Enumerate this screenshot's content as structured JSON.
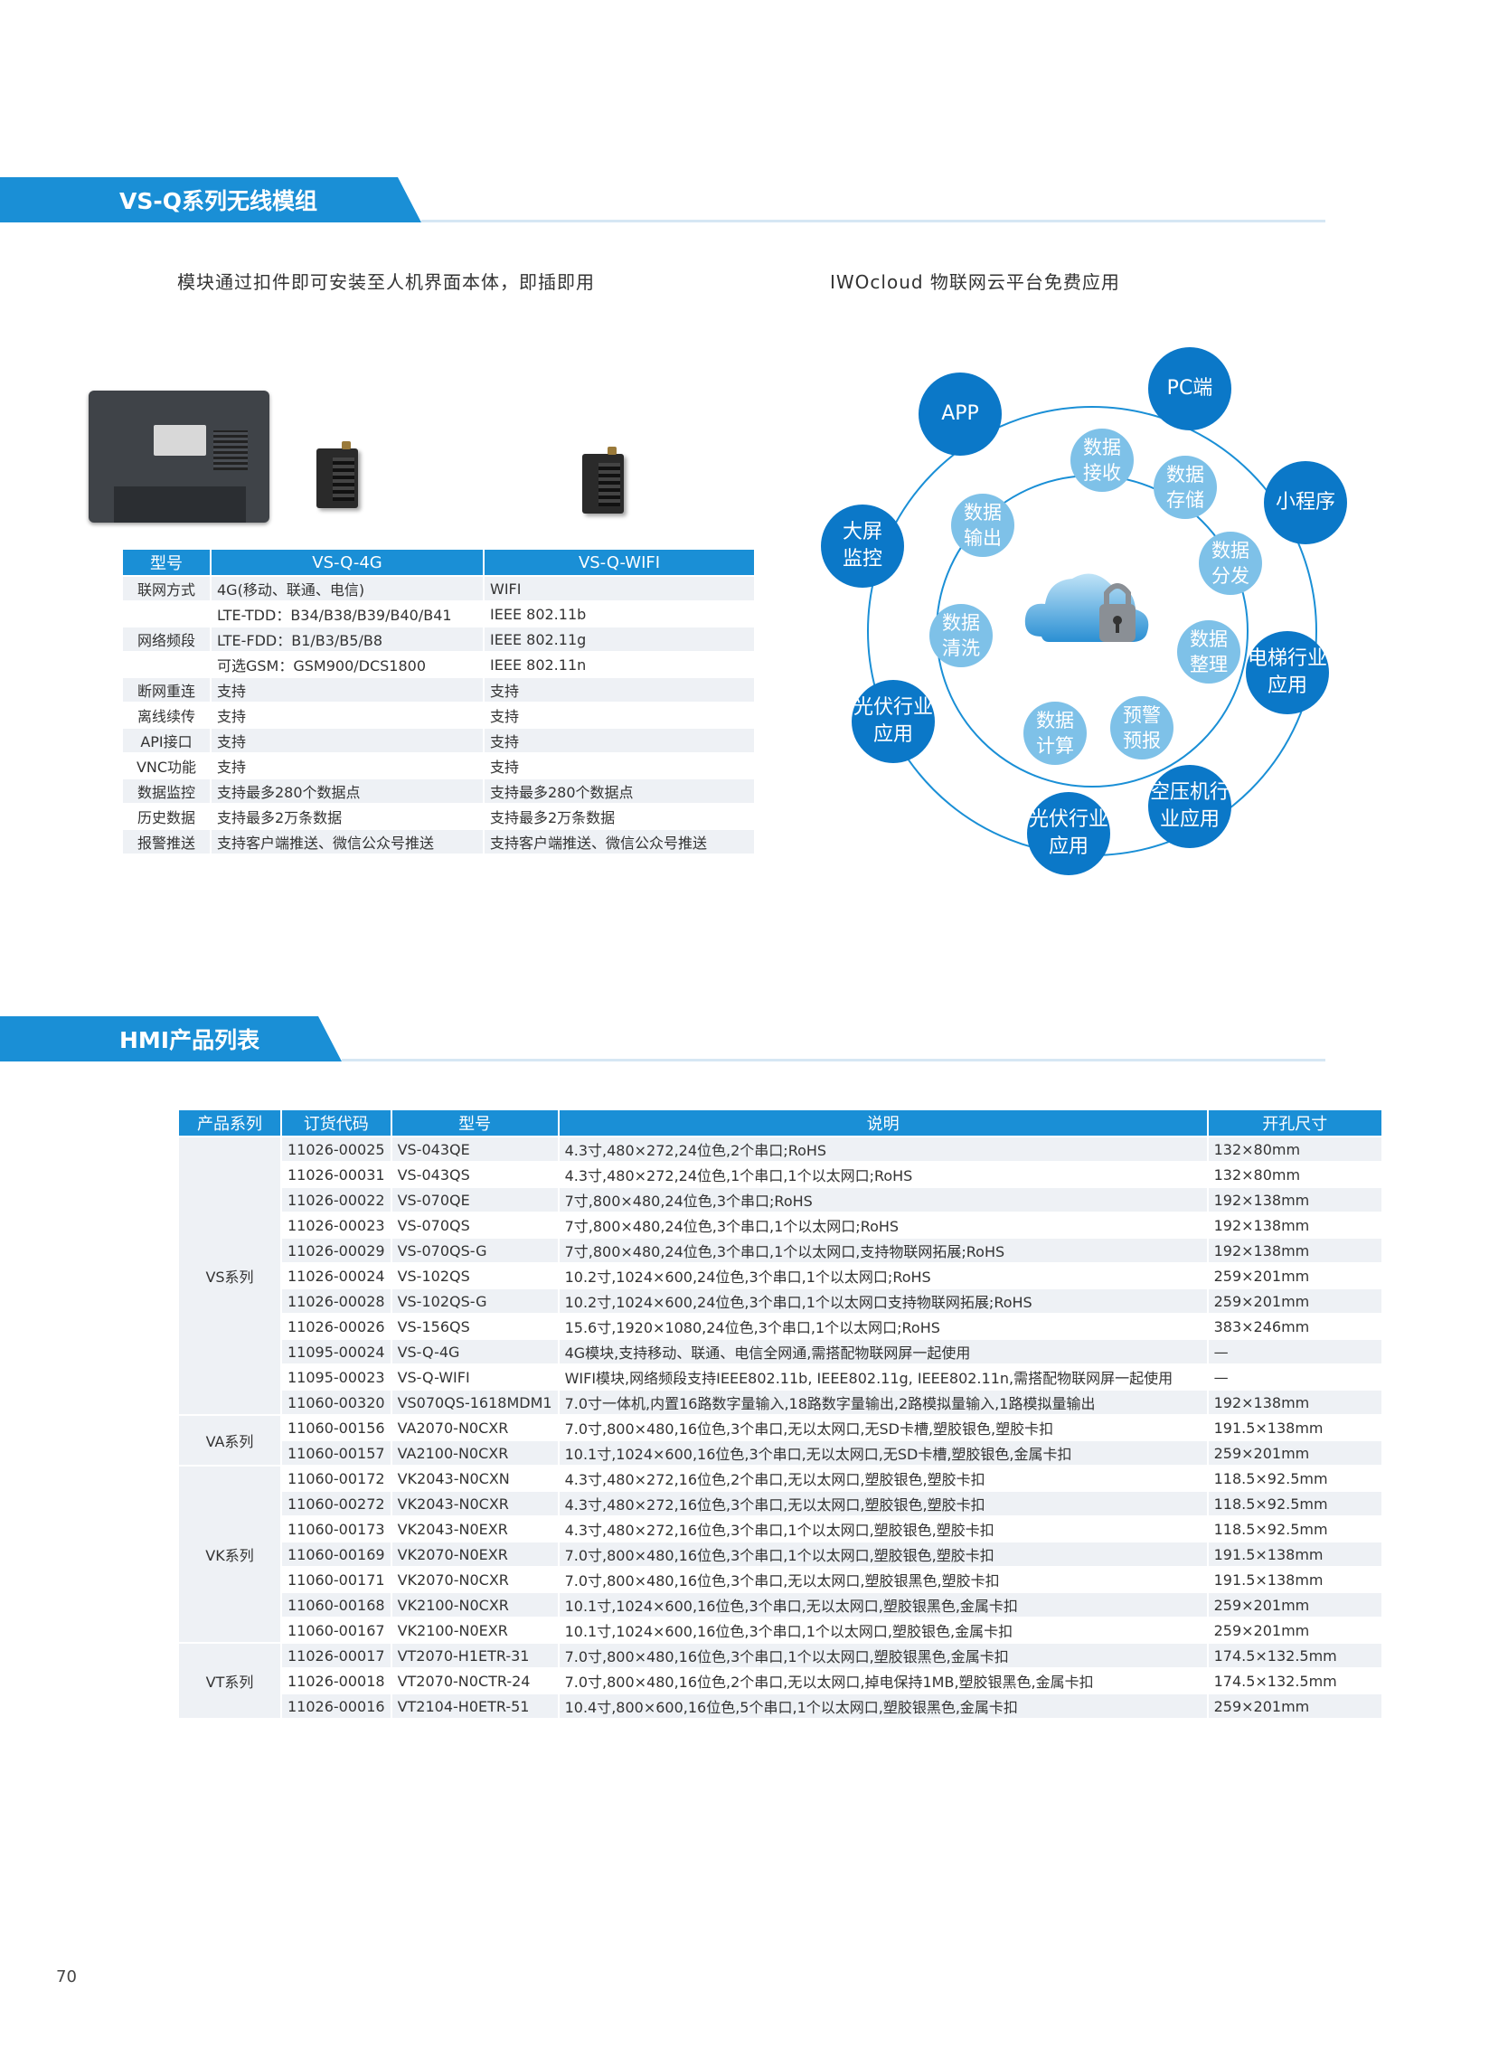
{
  "section1": {
    "title": "VS-Q系列无线模组"
  },
  "captions": {
    "left": "模块通过扣件即可安装至人机界面本体，即插即用",
    "right": "IWOcloud 物联网云平台免费应用"
  },
  "spec_table": {
    "headers": [
      "型号",
      "VS-Q-4G",
      "VS-Q-WIFI"
    ],
    "rows": [
      {
        "key": "联网方式",
        "a": "4G(移动、联通、电信)",
        "b": "WIFI"
      },
      {
        "key": "",
        "a": "LTE-TDD：B34/B38/B39/B40/B41",
        "b": "IEEE 802.11b"
      },
      {
        "key": "网络频段",
        "a": "LTE-FDD：B1/B3/B5/B8",
        "b": "IEEE 802.11g"
      },
      {
        "key": "",
        "a": "可选GSM：GSM900/DCS1800",
        "b": "IEEE 802.11n"
      },
      {
        "key": "断网重连",
        "a": "支持",
        "b": "支持"
      },
      {
        "key": "离线续传",
        "a": "支持",
        "b": "支持"
      },
      {
        "key": "API接口",
        "a": "支持",
        "b": "支持"
      },
      {
        "key": "VNC功能",
        "a": "支持",
        "b": "支持"
      },
      {
        "key": "数据监控",
        "a": "支持最多280个数据点",
        "b": "支持最多280个数据点"
      },
      {
        "key": "历史数据",
        "a": "支持最多2万条数据",
        "b": "支持最多2万条数据"
      },
      {
        "key": "报警推送",
        "a": "支持客户端推送、微信公众号推送",
        "b": "支持客户端推送、微信公众号推送"
      }
    ]
  },
  "cloud": {
    "outer_nodes": [
      "APP",
      "PC端",
      "小程序",
      "电梯行业\n应用",
      "空压机行\n业应用",
      "光伏行业\n应用",
      "光伏行业\n应用",
      "大屏\n监控"
    ],
    "inner_nodes": [
      "数据\n接收",
      "数据\n存储",
      "数据\n分发",
      "数据\n整理",
      "预警\n预报",
      "数据\n计算",
      "数据\n清洗",
      "数据\n输出"
    ],
    "icon": "cloud-lock-icon"
  },
  "section2": {
    "title": "HMI产品列表"
  },
  "hmi_table": {
    "headers": [
      "产品系列",
      "订货代码",
      "型号",
      "说明",
      "开孔尺寸"
    ],
    "groups": [
      {
        "series": "VS系列",
        "rows": [
          [
            "11026-00025",
            "VS-043QE",
            "4.3寸,480×272,24位色,2个串口;RoHS",
            "132×80mm"
          ],
          [
            "11026-00031",
            "VS-043QS",
            "4.3寸,480×272,24位色,1个串口,1个以太网口;RoHS",
            "132×80mm"
          ],
          [
            "11026-00022",
            "VS-070QE",
            "7寸,800×480,24位色,3个串口;RoHS",
            "192×138mm"
          ],
          [
            "11026-00023",
            "VS-070QS",
            "7寸,800×480,24位色,3个串口,1个以太网口;RoHS",
            "192×138mm"
          ],
          [
            "11026-00029",
            "VS-070QS-G",
            "7寸,800×480,24位色,3个串口,1个以太网口,支持物联网拓展;RoHS",
            "192×138mm"
          ],
          [
            "11026-00024",
            "VS-102QS",
            "10.2寸,1024×600,24位色,3个串口,1个以太网口;RoHS",
            "259×201mm"
          ],
          [
            "11026-00028",
            "VS-102QS-G",
            "10.2寸,1024×600,24位色,3个串口,1个以太网口支持物联网拓展;RoHS",
            "259×201mm"
          ],
          [
            "11026-00026",
            "VS-156QS",
            "15.6寸,1920×1080,24位色,3个串口,1个以太网口;RoHS",
            "383×246mm"
          ],
          [
            "11095-00024",
            "VS-Q-4G",
            "4G模块,支持移动、联通、电信全网通,需搭配物联网屏一起使用",
            "—"
          ],
          [
            "11095-00023",
            "VS-Q-WIFI",
            "WIFI模块,网络频段支持IEEE802.11b, IEEE802.11g, IEEE802.11n,需搭配物联网屏一起使用",
            "—"
          ],
          [
            "11060-00320",
            "VS070QS-1618MDM1",
            "7.0寸一体机,内置16路数字量输入,18路数字量输出,2路模拟量输入,1路模拟量输出",
            "192×138mm"
          ]
        ]
      },
      {
        "series": "VA系列",
        "rows": [
          [
            "11060-00156",
            "VA2070-N0CXR",
            "7.0寸,800×480,16位色,3个串口,无以太网口,无SD卡槽,塑胶银色,塑胶卡扣",
            "191.5×138mm"
          ],
          [
            "11060-00157",
            "VA2100-N0CXR",
            "10.1寸,1024×600,16位色,3个串口,无以太网口,无SD卡槽,塑胶银色,金属卡扣",
            "259×201mm"
          ]
        ]
      },
      {
        "series": "VK系列",
        "rows": [
          [
            "11060-00172",
            "VK2043-N0CXN",
            "4.3寸,480×272,16位色,2个串口,无以太网口,塑胶银色,塑胶卡扣",
            "118.5×92.5mm"
          ],
          [
            "11060-00272",
            "VK2043-N0CXR",
            "4.3寸,480×272,16位色,3个串口,无以太网口,塑胶银色,塑胶卡扣",
            "118.5×92.5mm"
          ],
          [
            "11060-00173",
            "VK2043-N0EXR",
            "4.3寸,480×272,16位色,3个串口,1个以太网口,塑胶银色,塑胶卡扣",
            "118.5×92.5mm"
          ],
          [
            "11060-00169",
            "VK2070-N0EXR",
            "7.0寸,800×480,16位色,3个串口,1个以太网口,塑胶银色,塑胶卡扣",
            "191.5×138mm"
          ],
          [
            "11060-00171",
            "VK2070-N0CXR",
            "7.0寸,800×480,16位色,3个串口,无以太网口,塑胶银黑色,塑胶卡扣",
            "191.5×138mm"
          ],
          [
            "11060-00168",
            "VK2100-N0CXR",
            "10.1寸,1024×600,16位色,3个串口,无以太网口,塑胶银黑色,金属卡扣",
            "259×201mm"
          ],
          [
            "11060-00167",
            "VK2100-N0EXR",
            "10.1寸,1024×600,16位色,3个串口,1个以太网口,塑胶银色,金属卡扣",
            "259×201mm"
          ]
        ]
      },
      {
        "series": "VT系列",
        "rows": [
          [
            "11026-00017",
            "VT2070-H1ETR-31",
            "7.0寸,800×480,16位色,3个串口,1个以太网口,塑胶银黑色,金属卡扣",
            "174.5×132.5mm"
          ],
          [
            "11026-00018",
            "VT2070-N0CTR-24",
            "7.0寸,800×480,16位色,2个串口,无以太网口,掉电保持1MB,塑胶银黑色,金属卡扣",
            "174.5×132.5mm"
          ],
          [
            "11026-00016",
            "VT2104-H0ETR-51",
            "10.4寸,800×600,16位色,5个串口,1个以太网口,塑胶银黑色,金属卡扣",
            "259×201mm"
          ]
        ]
      }
    ]
  },
  "page_number": "70",
  "colors": {
    "accent": "#1a8fd6",
    "node_outer": "#0b78c8",
    "node_inner": "#7ec1e8",
    "row_alt": "#eef1f5"
  }
}
